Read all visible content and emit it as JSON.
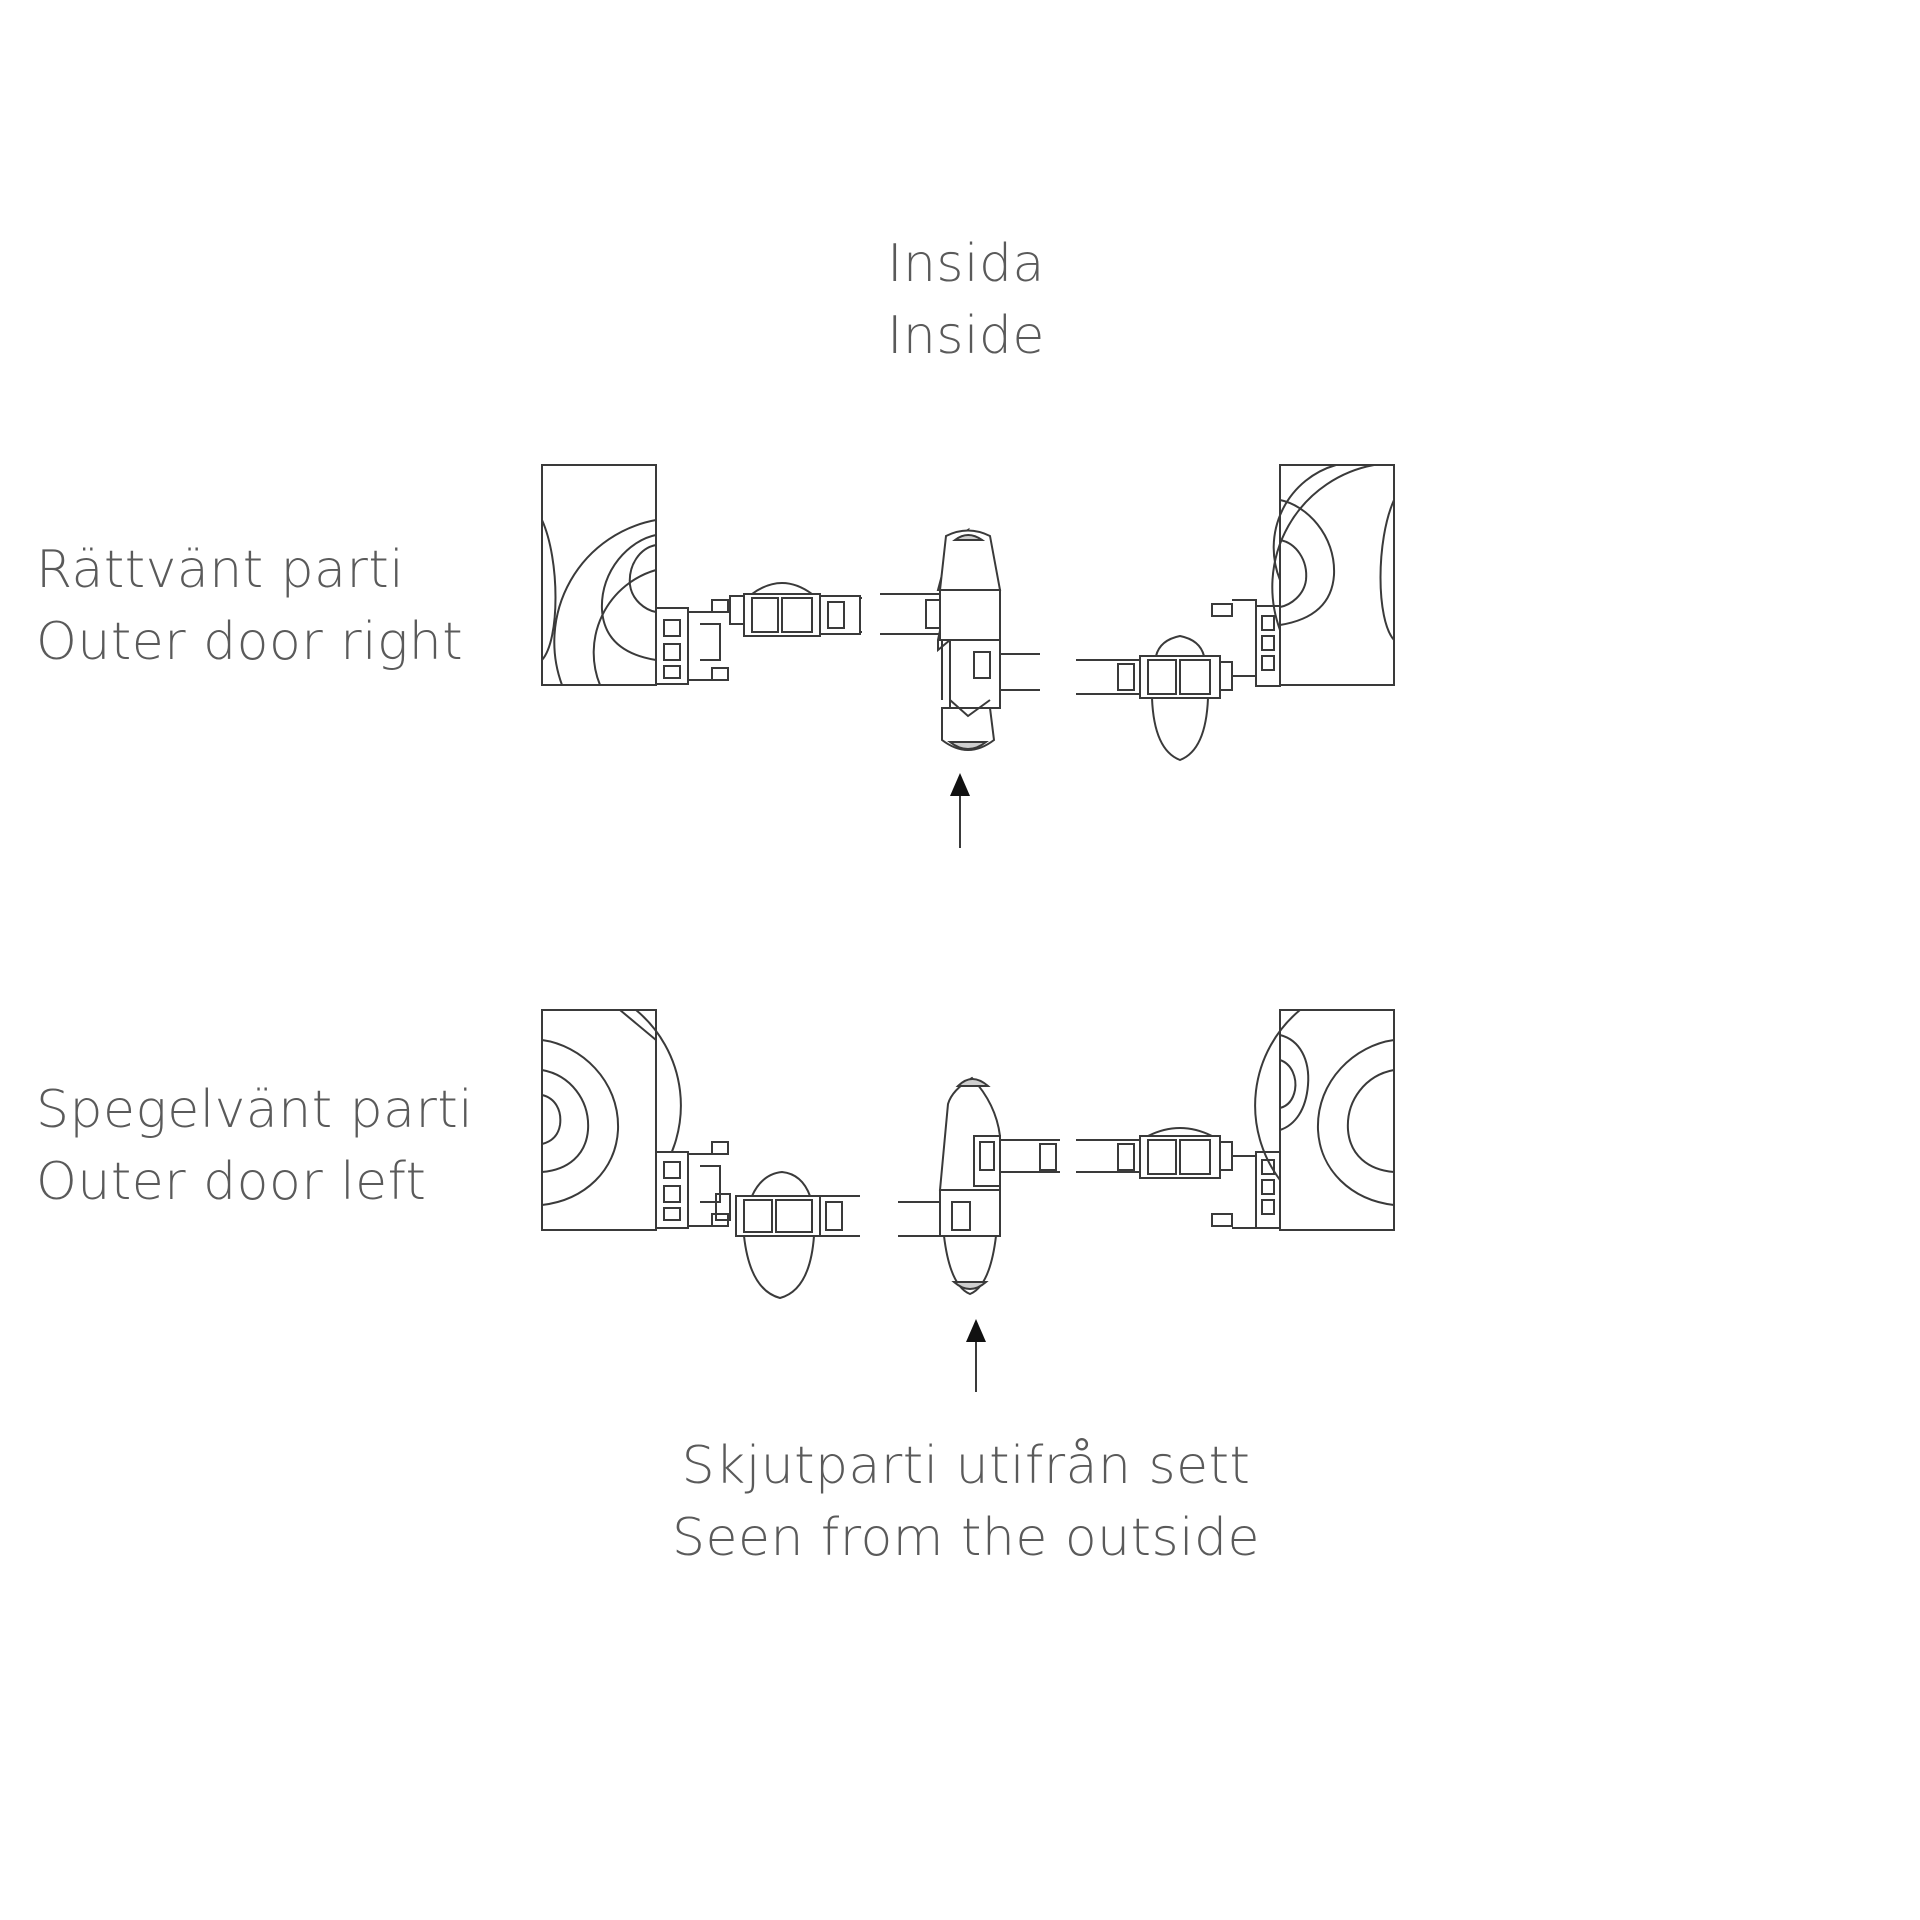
{
  "labels": {
    "inside_sv": "Insida",
    "inside_en": "Inside",
    "right_sv": "Rättvänt parti",
    "right_en": "Outer door right",
    "left_sv": "Spegelvänt parti",
    "left_en": "Outer door left",
    "outside_sv": "Skjutparti utifrån sett",
    "outside_en": "Seen from the outside"
  }
}
